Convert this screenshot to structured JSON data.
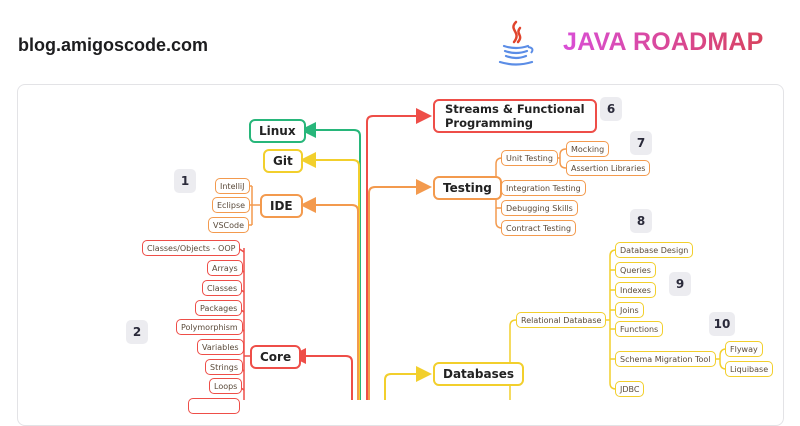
{
  "header": {
    "site": "blog.amigoscode.com",
    "brand_title": "JAVA ROADMAP",
    "logo_icon": "java-coffee-cup-icon"
  },
  "colors": {
    "green": "#27b67a",
    "yellow": "#f2cf2c",
    "orange": "#f39a4e",
    "red": "#ee4e48",
    "brand_start": "#d94fd6",
    "brand_end": "#d8435e",
    "badge_bg": "#ececf0"
  },
  "badges": [
    "1",
    "2",
    "6",
    "7",
    "8",
    "9",
    "10"
  ],
  "left": {
    "linux": "Linux",
    "git": "Git",
    "ide": {
      "label": "IDE",
      "children": [
        "IntelliJ",
        "Eclipse",
        "VSCode"
      ]
    },
    "core": {
      "label": "Core",
      "children": [
        "Classes/Objects - OOP",
        "Arrays",
        "Classes",
        "Packages",
        "Polymorphism",
        "Variables",
        "Strings",
        "Loops"
      ]
    }
  },
  "right": {
    "streams": {
      "line1": "Streams & Functional",
      "line2": "Programming"
    },
    "testing": {
      "label": "Testing",
      "unit_testing": {
        "label": "Unit Testing",
        "children": [
          "Mocking",
          "Assertion Libraries"
        ]
      },
      "children": [
        "Integration Testing",
        "Debugging Skills",
        "Contract Testing"
      ]
    },
    "databases": {
      "label": "Databases",
      "relational": {
        "label": "Relational Database",
        "children": [
          "Database Design",
          "Queries",
          "Indexes",
          "Joins",
          "Functions"
        ],
        "schema_migration": {
          "label": "Schema Migration Tool",
          "children": [
            "Flyway",
            "Liquibase"
          ]
        },
        "jdbc": "JDBC"
      }
    }
  }
}
